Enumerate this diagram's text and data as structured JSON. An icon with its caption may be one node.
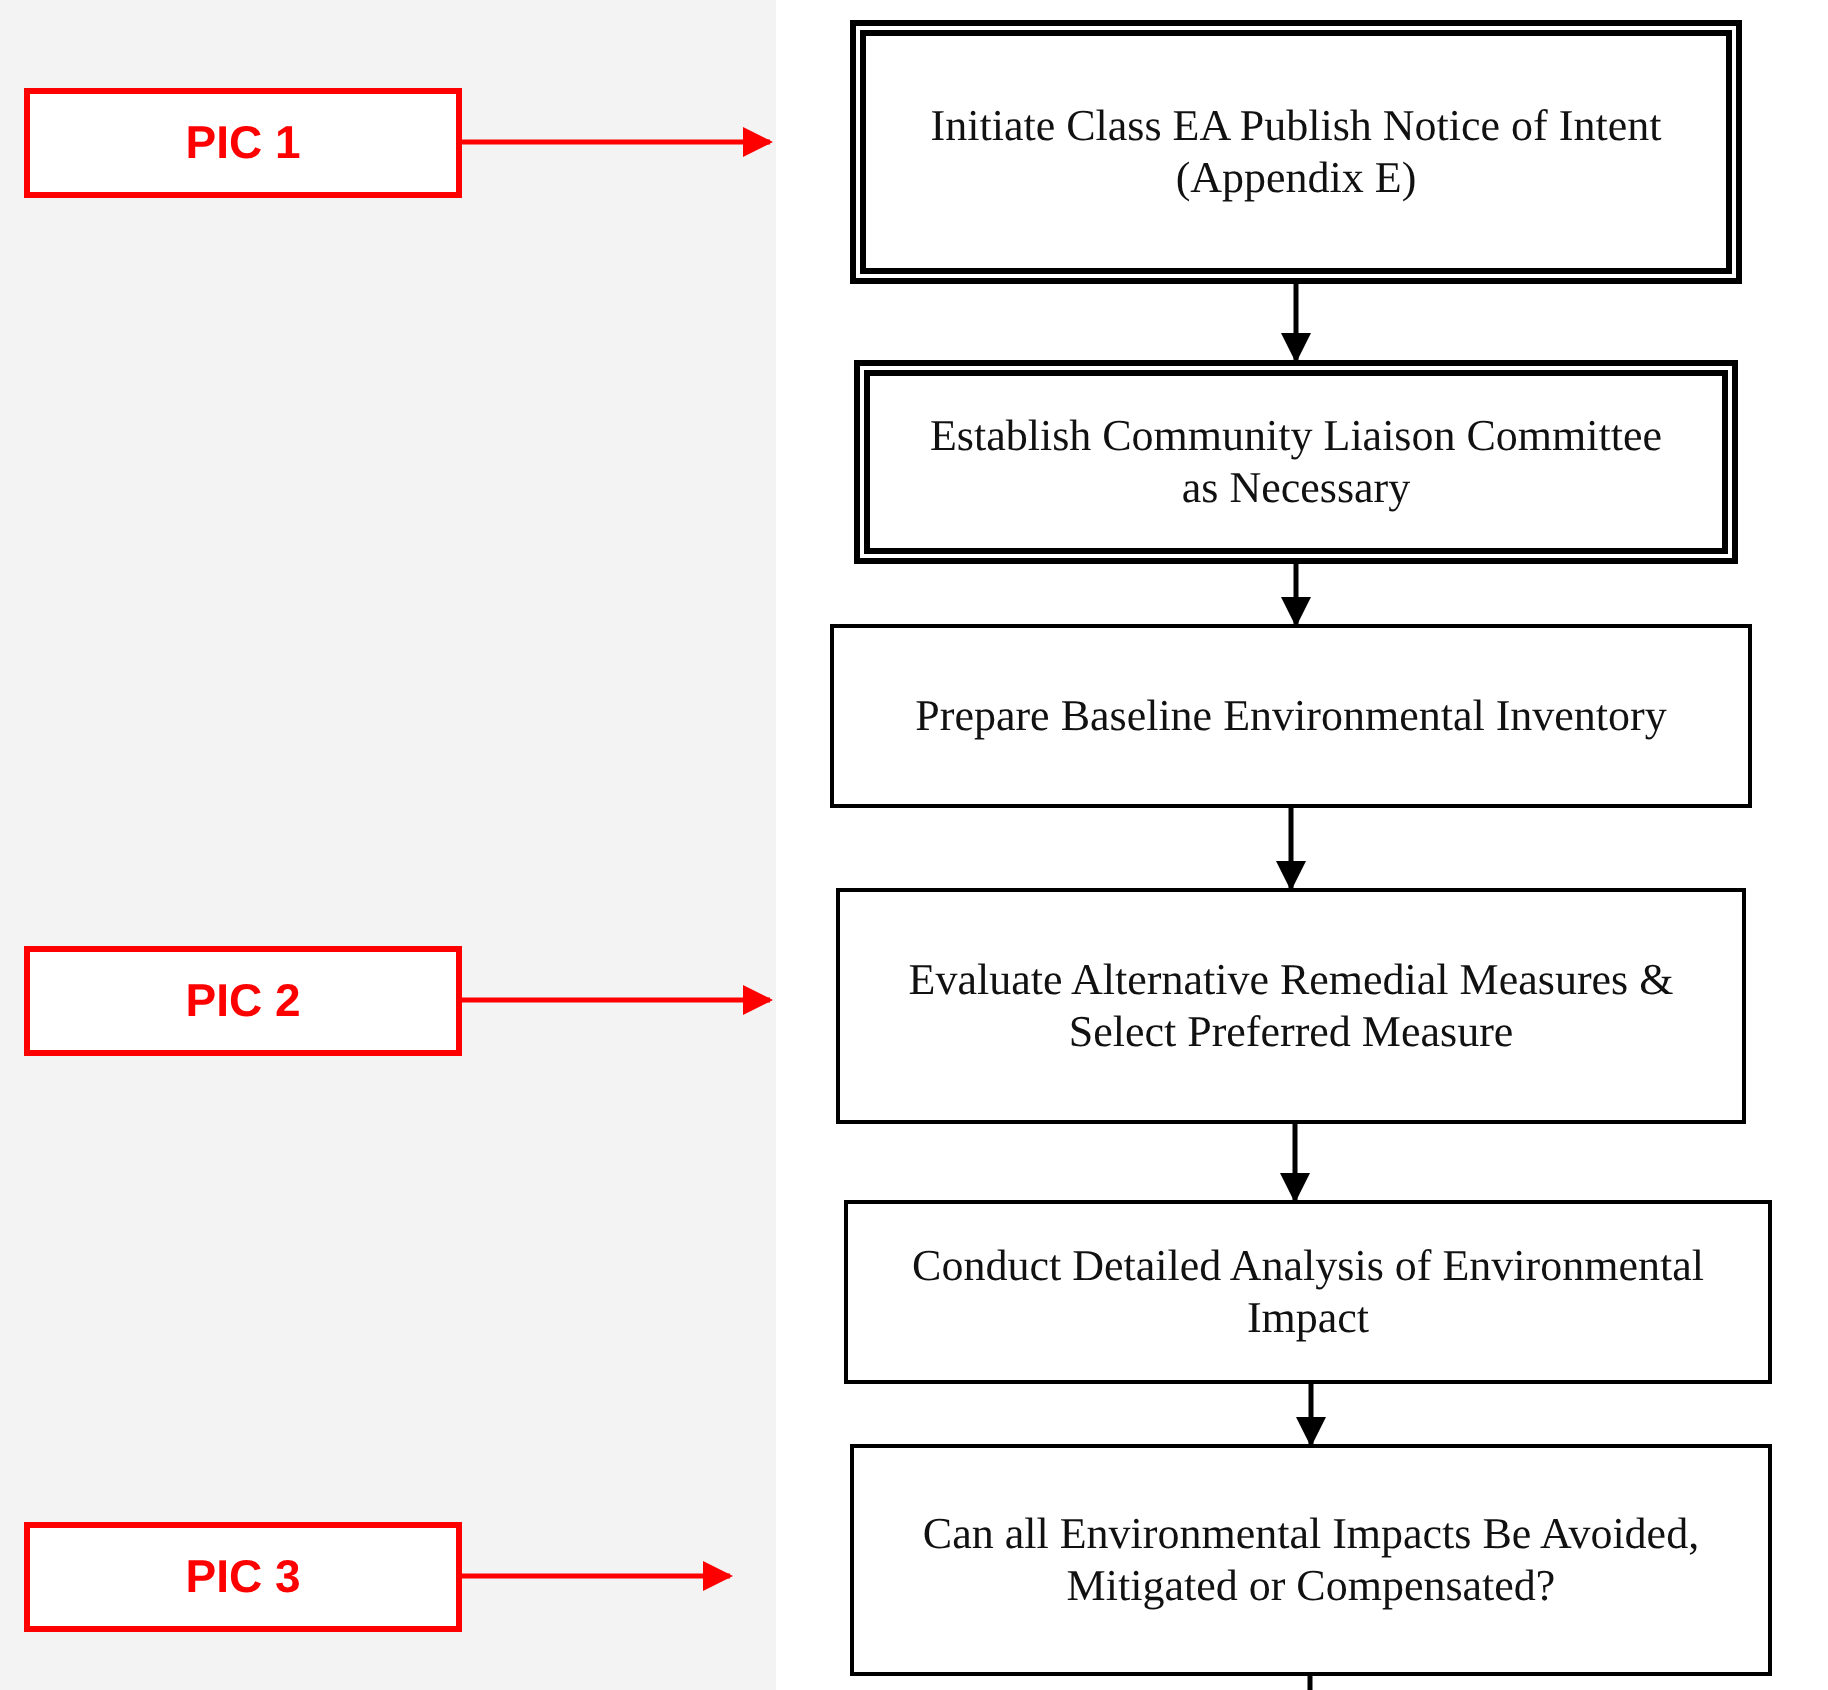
{
  "diagram": {
    "nodes": [
      {
        "text": [
          "Initiate Class EA Publish Notice of Intent (Appendix E)"
        ]
      },
      {
        "text": [
          "Establish Community Liaison Committee as Necessary"
        ]
      },
      {
        "text": [
          "Prepare Baseline Environmental Inventory"
        ]
      },
      {
        "text": [
          "Evaluate Alternative Remedial Measures & Select Preferred Measure"
        ]
      },
      {
        "text": [
          "Conduct Detailed Analysis of Environmental Impact"
        ]
      },
      {
        "text": [
          "Can all Environmental Impacts Be Avoided, Mitigated or Compensated?"
        ]
      },
      {
        "text": [
          "PIC 1"
        ]
      },
      {
        "text": [
          "PIC 2"
        ]
      },
      {
        "text": [
          "PIC 3"
        ]
      }
    ],
    "edges": [
      {
        "from": 0,
        "to": 1,
        "arrow": "to"
      },
      {
        "from": 1,
        "to": 2,
        "arrow": "to"
      },
      {
        "from": 2,
        "to": 3,
        "arrow": "to"
      },
      {
        "from": 3,
        "to": 4,
        "arrow": "to"
      },
      {
        "from": 4,
        "to": 5,
        "arrow": "to"
      },
      {
        "from": 5,
        "to": null,
        "arrow": "none"
      },
      {
        "from": 6,
        "to": null,
        "arrow": "to",
        "color": "#ff0000"
      },
      {
        "from": 7,
        "to": null,
        "arrow": "to",
        "color": "#ff0000"
      },
      {
        "from": 8,
        "to": null,
        "arrow": "to",
        "color": "#ff0000"
      }
    ]
  }
}
